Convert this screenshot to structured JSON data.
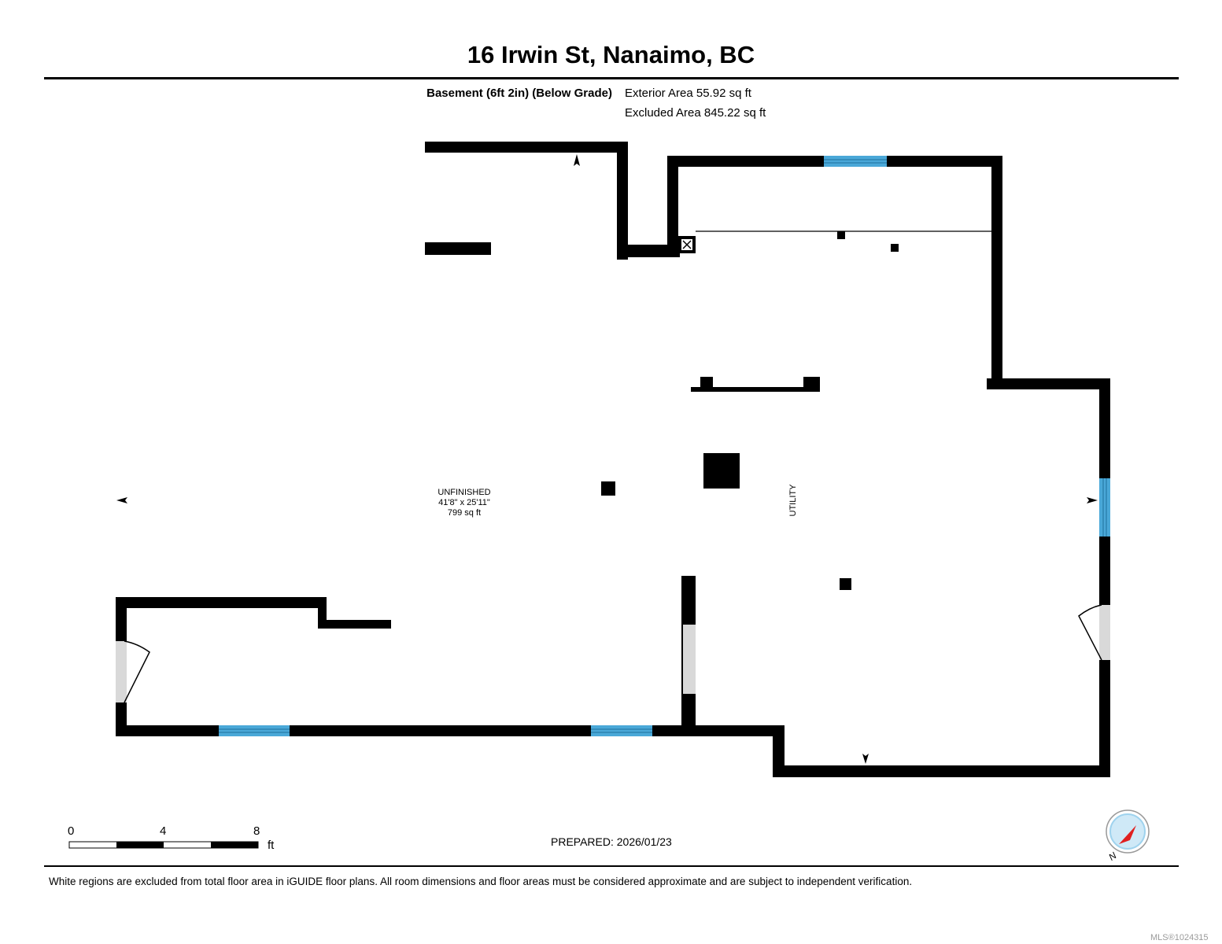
{
  "header": {
    "title": "16 Irwin St, Nanaimo, BC"
  },
  "level": {
    "name": "Basement (6ft 2in) (Below Grade)",
    "exterior_area": "Exterior Area 55.92 sq ft",
    "excluded_area": "Excluded Area 845.22 sq ft"
  },
  "rooms": [
    {
      "name": "UNFINISHED",
      "dimensions": "41'8\" x 25'11\"",
      "area": "799 sq ft"
    },
    {
      "name": "UTILITY"
    }
  ],
  "scale": {
    "ticks": [
      "0",
      "4",
      "8"
    ],
    "unit": "ft"
  },
  "prepared": "PREPARED: 2026/01/23",
  "compass": {
    "label": "N",
    "needle_color": "#e02020",
    "ring_color": "#9fd3ee"
  },
  "colors": {
    "wall": "#000000",
    "window": "#4aa8d8",
    "door_opening": "#d9d9d9"
  },
  "footer": {
    "disclaimer": "White regions are excluded from total floor area in iGUIDE floor plans. All room dimensions and floor areas must be considered approximate and are subject to independent verification.",
    "mls": "MLS®1024315"
  }
}
